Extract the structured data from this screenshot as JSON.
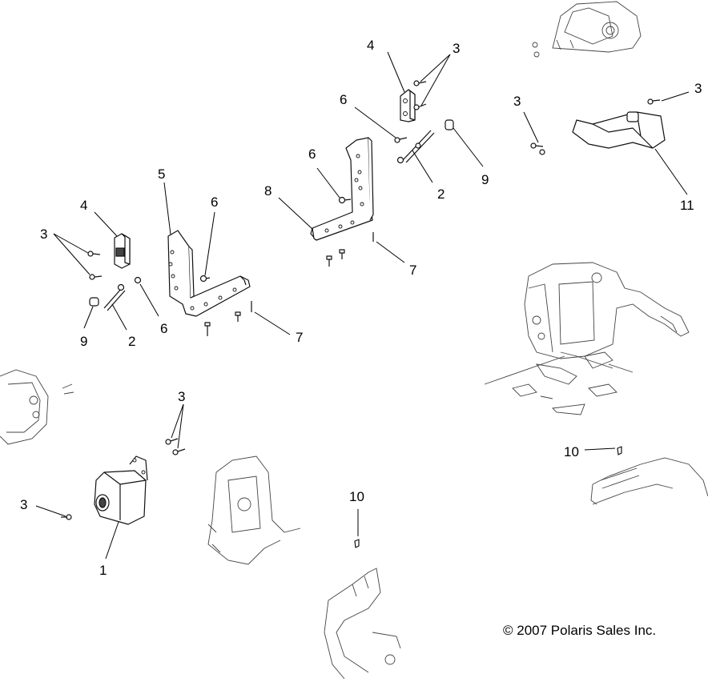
{
  "callouts": {
    "c1": "1",
    "c2a": "2",
    "c2b": "2",
    "c3a": "3",
    "c3b": "3",
    "c3c": "3",
    "c3d": "3",
    "c3e": "3",
    "c3f": "3",
    "c4a": "4",
    "c4b": "4",
    "c5": "5",
    "c6a": "6",
    "c6b": "6",
    "c6c": "6",
    "c6d": "6",
    "c7a": "7",
    "c7b": "7",
    "c8": "8",
    "c9a": "9",
    "c9b": "9",
    "c10a": "10",
    "c10b": "10",
    "c11": "11"
  },
  "copyright": "© 2007 Polaris Sales Inc."
}
